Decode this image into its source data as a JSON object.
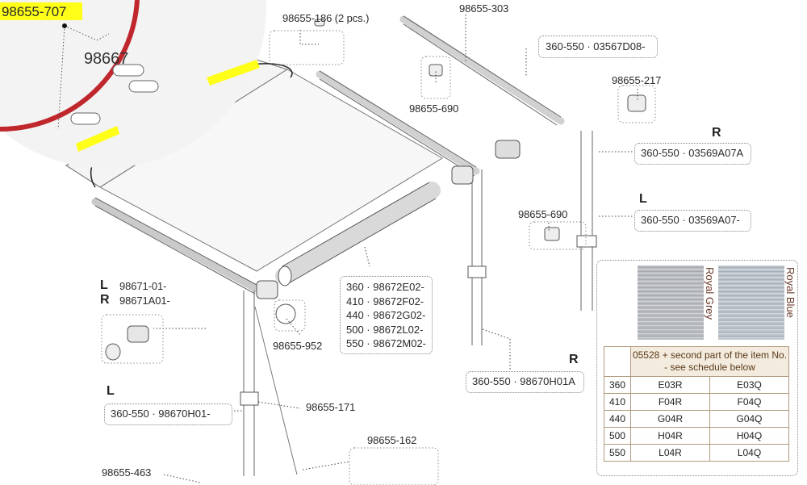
{
  "callout_main": "98655-707",
  "callout_magnified": "98667",
  "labels": {
    "p186": "98655-186 (2 pcs.)",
    "p303": "98655-303",
    "p690a": "98655-690",
    "p217": "98655-217",
    "p690b": "98655-690",
    "p952": "98655-952",
    "p171": "98655-171",
    "p162": "98655-162",
    "p463": "98655-463"
  },
  "boxes": {
    "b360_d08": "360-550 · 03567D08-",
    "b360_a07a": "360-550 · 03569A07A",
    "b360_a07": "360-550 · 03569A07-",
    "b360_h01a": "360-550 · 98670H01A",
    "b360_h01": "360-550 · 98670H01-"
  },
  "side_marks": {
    "r_a07a": "R",
    "l_a07": "L",
    "r_h01a": "R",
    "l_h01": "L"
  },
  "end_caps": {
    "l_code": "98671-01-",
    "r_code": "98671A01-",
    "l_mark": "L",
    "r_mark": "R"
  },
  "roller_list": [
    "360 · 98672E02-",
    "410 · 98672F02-",
    "440 · 98672G02-",
    "500 · 98672L02-",
    "550 · 98672M02-"
  ],
  "fabric": {
    "swatch_left_name": "Royal Grey",
    "swatch_right_name": "Royal Blue",
    "swatch_left_color": "#b9bcc0",
    "swatch_right_color": "#bec6cf",
    "header": "05528 + second part of the item No. - see schedule below",
    "rows": [
      {
        "len": "360",
        "grey": "E03R",
        "blue": "E03Q"
      },
      {
        "len": "410",
        "grey": "F04R",
        "blue": "F04Q"
      },
      {
        "len": "440",
        "grey": "G04R",
        "blue": "G04Q"
      },
      {
        "len": "500",
        "grey": "H04R",
        "blue": "H04Q"
      },
      {
        "len": "550",
        "grey": "L04R",
        "blue": "L04Q"
      }
    ]
  },
  "colors": {
    "highlight": "#ffff1a",
    "magnifier_ring": "#c0272d"
  }
}
